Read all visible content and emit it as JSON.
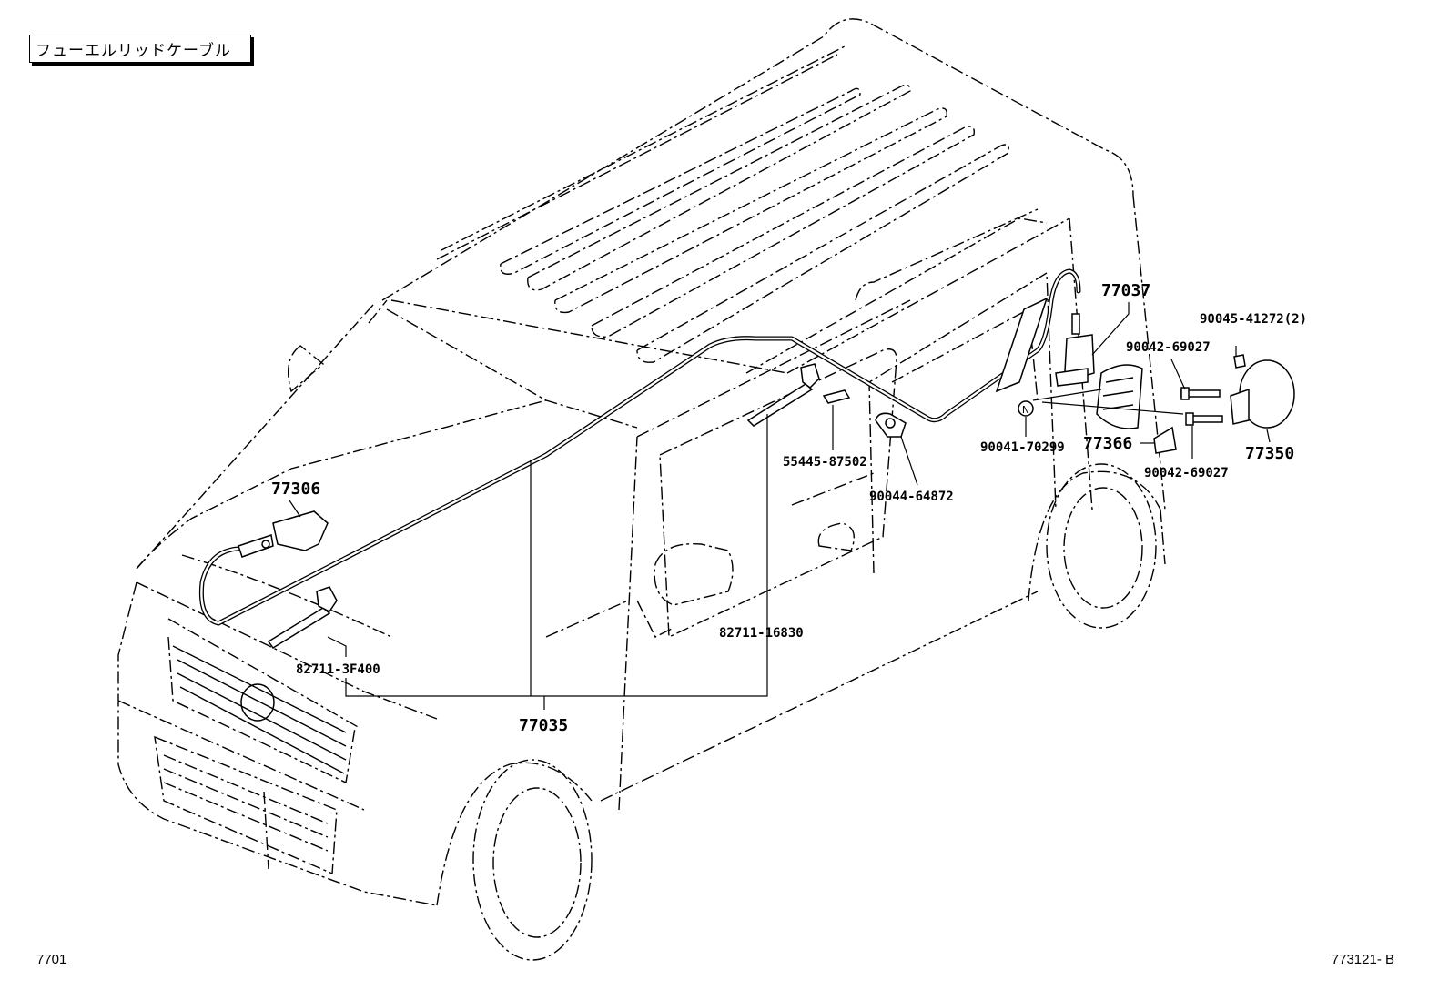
{
  "title": "フューエルリッドケーブル",
  "footer": {
    "left": "7701",
    "right": "773121- B"
  },
  "callouts": {
    "cable": "77035",
    "opener_lever": "77306",
    "clip_front": "82711-3F400",
    "clip_middle": "82711-16830",
    "pad": "55445-87502",
    "clamp": "90044-64872",
    "lock_assy": "77037",
    "screw_a": "90045-41272(2)",
    "pin_upper": "90042-69027",
    "pin_lower": "90042-69027",
    "nut": "90041-70299",
    "cushion": "77366",
    "fuel_lid": "77350",
    "nut_marker": "N"
  }
}
